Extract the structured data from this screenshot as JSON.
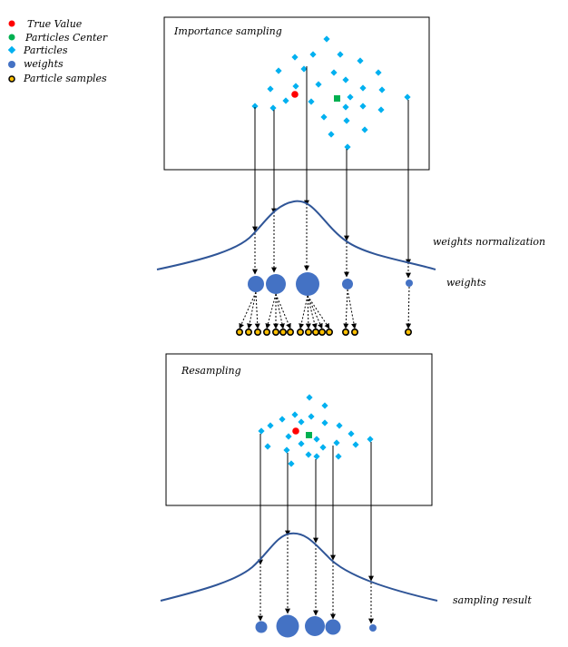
{
  "legend": {
    "items": [
      {
        "label": "True Value",
        "color": "#ff0000",
        "marker": "circle"
      },
      {
        "label": "Particles Center",
        "color": "#00b050",
        "marker": "circle"
      },
      {
        "label": "Particles",
        "color": "#00b0f0",
        "marker": "diamond"
      },
      {
        "label": "weights",
        "color": "#4472c4",
        "marker": "circle"
      },
      {
        "label": "Particle samples",
        "color": "#ffc000",
        "marker": "ring"
      }
    ]
  },
  "panels": {
    "importance": {
      "title": "Importance sampling"
    },
    "resampling": {
      "title": "Resampling"
    }
  },
  "labels": {
    "weights_normalization": "weights normalization",
    "weights": "weights",
    "sampling_result": "sampling result"
  },
  "colors": {
    "true_value": "#ff0000",
    "particles_center": "#00b050",
    "particles": "#00b0f0",
    "weights": "#4472c4",
    "samples_fill": "#ffc000",
    "curve": "#2f5597"
  }
}
